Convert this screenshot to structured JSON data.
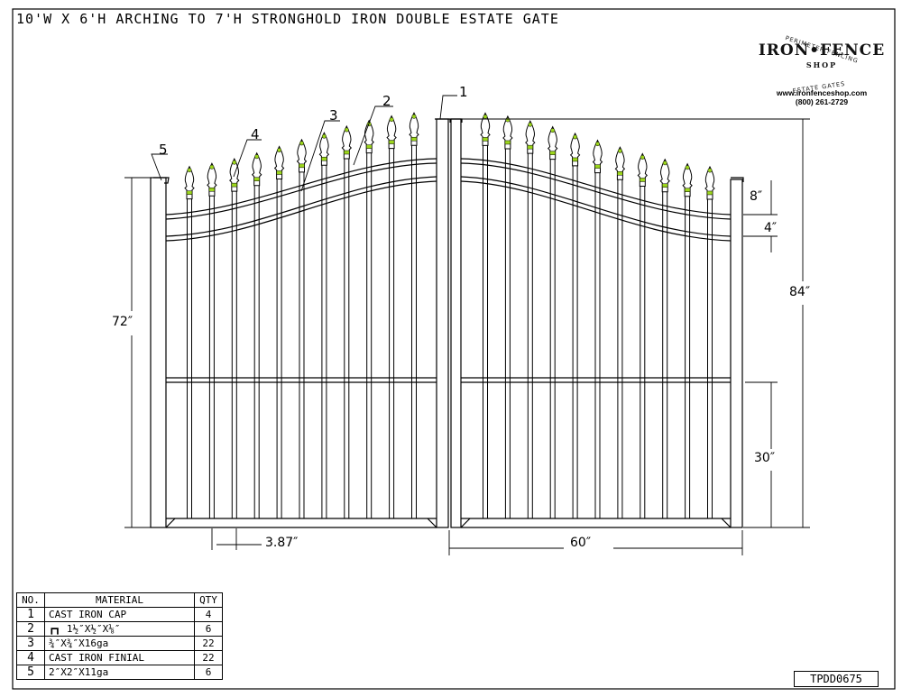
{
  "drawing": {
    "title": "10'W X 6'H ARCHING TO 7'H STRONGHOLD IRON DOUBLE ESTATE GATE",
    "drawing_number": "TPDD0675"
  },
  "logo": {
    "brand": "IRON•FENCE",
    "sub": "SHOP",
    "arc_top": "PERIMETER FENCING",
    "arc_bottom": "ESTATE GATES",
    "website": "www.ironfenceshop.com",
    "phone": "(800) 261-2729"
  },
  "dimensions": {
    "post_height": "72″",
    "overall_height": "84″",
    "arch_top": "8″",
    "rail_gap": "4″",
    "mid_rail": "30″",
    "picket_spacing": "3.87″",
    "leaf_width": "60″"
  },
  "callouts": [
    "1",
    "2",
    "3",
    "4",
    "5"
  ],
  "bom": {
    "headers": [
      "NO.",
      "MATERIAL",
      "QTY"
    ],
    "rows": [
      {
        "no": "1",
        "material": "CAST IRON CAP",
        "qty": "4"
      },
      {
        "no": "2",
        "material": "┏┓ 1½″X½″X⅛″",
        "qty": "6"
      },
      {
        "no": "3",
        "material": "¾″X¾″X16ga",
        "qty": "22"
      },
      {
        "no": "4",
        "material": "CAST IRON FINIAL",
        "qty": "22"
      },
      {
        "no": "5",
        "material": "2″X2″X11ga",
        "qty": "6"
      }
    ]
  },
  "colors": {
    "line": "#000000",
    "finial_band": "#9cd61c"
  }
}
